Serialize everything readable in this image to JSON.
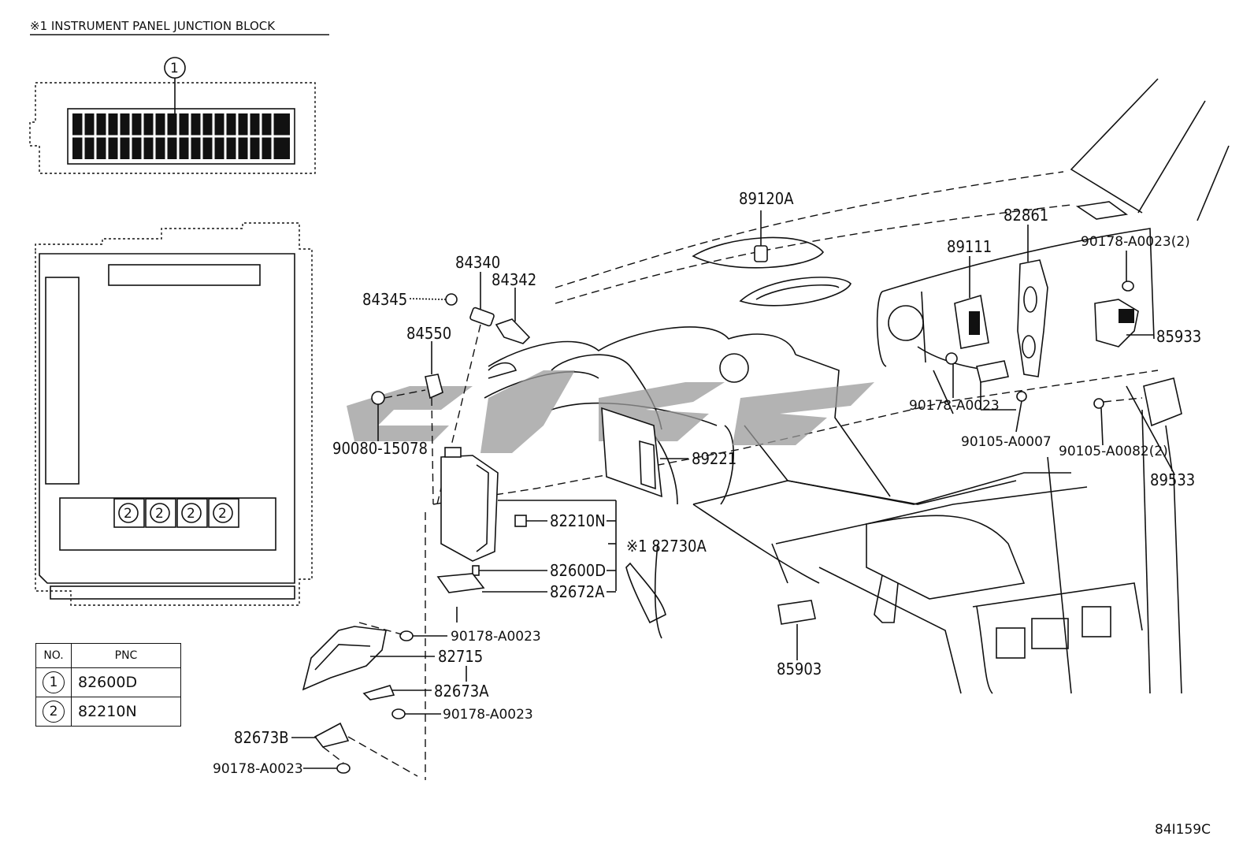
{
  "title": "※1 INSTRUMENT PANEL JUNCTION BLOCK",
  "figure_code": "84I159C",
  "callout_one": "1",
  "callout_two": "2",
  "table": {
    "headers": [
      "NO.",
      "PNC"
    ],
    "rows": [
      {
        "no": "1",
        "pnc": "82600D"
      },
      {
        "no": "2",
        "pnc": "82210N"
      }
    ]
  },
  "labels": {
    "p89120A": "89120A",
    "p84340": "84340",
    "p84342": "84342",
    "p84345": "84345",
    "p84550": "84550",
    "p90080_15078": "90080-15078",
    "p89221": "89221",
    "p82210N": "82210N",
    "p82730A": "※1 82730A",
    "p82600D": "82600D",
    "p82672A": "82672A",
    "p90178_A0023_a": "90178-A0023",
    "p82715": "82715",
    "p82673A": "82673A",
    "p90178_A0023_b": "90178-A0023",
    "p82673B": "82673B",
    "p90178_A0023_c": "90178-A0023",
    "p89111": "89111",
    "p82861": "82861",
    "p90178_A0023_2": "90178-A0023(2)",
    "p85933": "85933",
    "p90178_A0023_d": "90178-A0023",
    "p90105_A0007": "90105-A0007",
    "p90105_A0082_2": "90105-A0082(2)",
    "p89533": "89533",
    "p85903": "85903"
  }
}
